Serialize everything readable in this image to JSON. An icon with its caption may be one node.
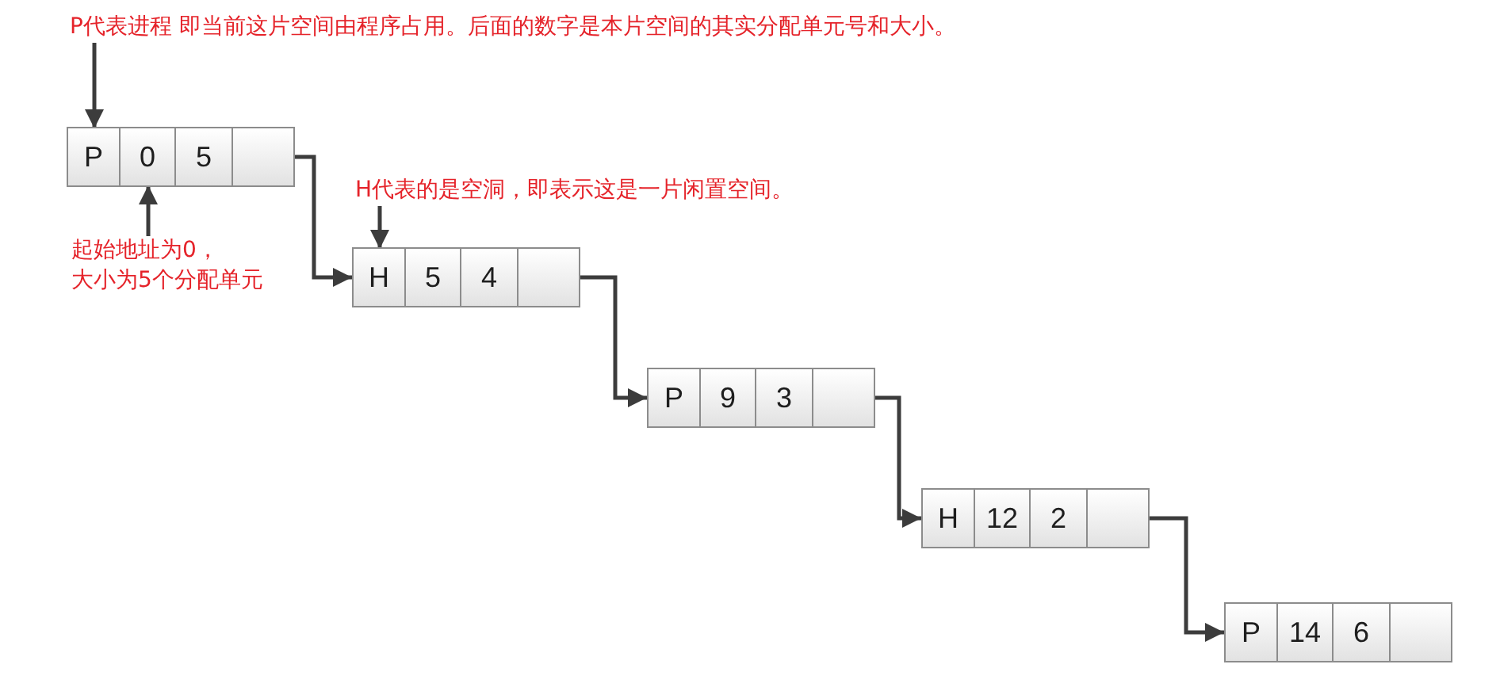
{
  "diagram": {
    "nodes": [
      {
        "text": [
          "P代表进程 即当前这片空间由程序占用。后面的数字是本片空间的其实分配单元号和大小。"
        ]
      },
      {
        "text": [],
        "shape": "box"
      },
      {
        "text": [
          "P"
        ],
        "in": 1
      },
      {
        "text": [
          "0"
        ],
        "in": 1
      },
      {
        "text": [
          "5"
        ],
        "in": 1
      },
      {
        "text": [],
        "shape": "box",
        "in": 1
      },
      {
        "text": [
          "起始地址为0，大小为5个分配单元"
        ]
      },
      {
        "text": [
          "H代表的是空洞，即表示这是一片闲置空间。"
        ]
      },
      {
        "text": [],
        "shape": "box"
      },
      {
        "text": [
          "H"
        ],
        "in": 8
      },
      {
        "text": [
          "5"
        ],
        "in": 8
      },
      {
        "text": [
          "4"
        ],
        "in": 8
      },
      {
        "text": [],
        "shape": "box",
        "in": 8
      },
      {
        "text": [],
        "shape": "box"
      },
      {
        "text": [
          "P"
        ],
        "in": 13
      },
      {
        "text": [
          "9"
        ],
        "in": 13
      },
      {
        "text": [
          "3"
        ],
        "in": 13
      },
      {
        "text": [],
        "shape": "box",
        "in": 13
      },
      {
        "text": [],
        "shape": "box"
      },
      {
        "text": [
          "H"
        ],
        "in": 18
      },
      {
        "text": [
          "12"
        ],
        "in": 18
      },
      {
        "text": [
          "2"
        ],
        "in": 18
      },
      {
        "text": [],
        "shape": "box",
        "in": 18
      },
      {
        "text": [],
        "shape": "box"
      },
      {
        "text": [
          "P"
        ],
        "in": 23
      },
      {
        "text": [
          "14"
        ],
        "in": 23
      },
      {
        "text": [
          "6"
        ],
        "in": 23
      },
      {
        "text": [],
        "shape": "box",
        "in": 23
      }
    ],
    "edges": [
      {
        "from": 0,
        "to": 2,
        "arrow": "to"
      },
      {
        "from": 6,
        "to": 3,
        "arrow": "to"
      },
      {
        "from": 7,
        "to": 9,
        "arrow": "to"
      },
      {
        "from": 5,
        "to": 8,
        "arrow": "to"
      },
      {
        "from": 12,
        "to": 13,
        "arrow": "to"
      },
      {
        "from": 17,
        "to": 18,
        "arrow": "to"
      },
      {
        "from": 22,
        "to": 23,
        "arrow": "to"
      }
    ]
  }
}
